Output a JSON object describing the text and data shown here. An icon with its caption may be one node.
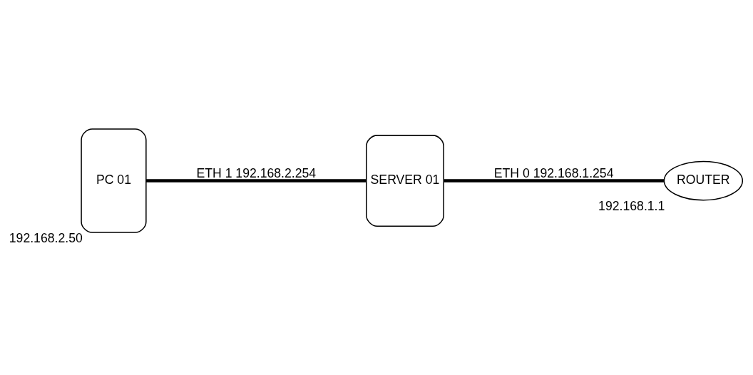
{
  "diagram": {
    "nodes": [
      {
        "text": [
          "PC 01"
        ],
        "beside": [
          "192.168.2.50"
        ]
      },
      {
        "text": [
          "SERVER 01"
        ]
      },
      {
        "text": [
          "ROUTER"
        ],
        "beside": [
          "192.168.1.1"
        ]
      }
    ],
    "edges": [
      {
        "from": 0,
        "to": 1,
        "arrow": "none",
        "label": "ETH 1 192.168.2.254"
      },
      {
        "from": 1,
        "to": 2,
        "arrow": "none",
        "label": "ETH 0 192.168.1.254"
      }
    ]
  }
}
